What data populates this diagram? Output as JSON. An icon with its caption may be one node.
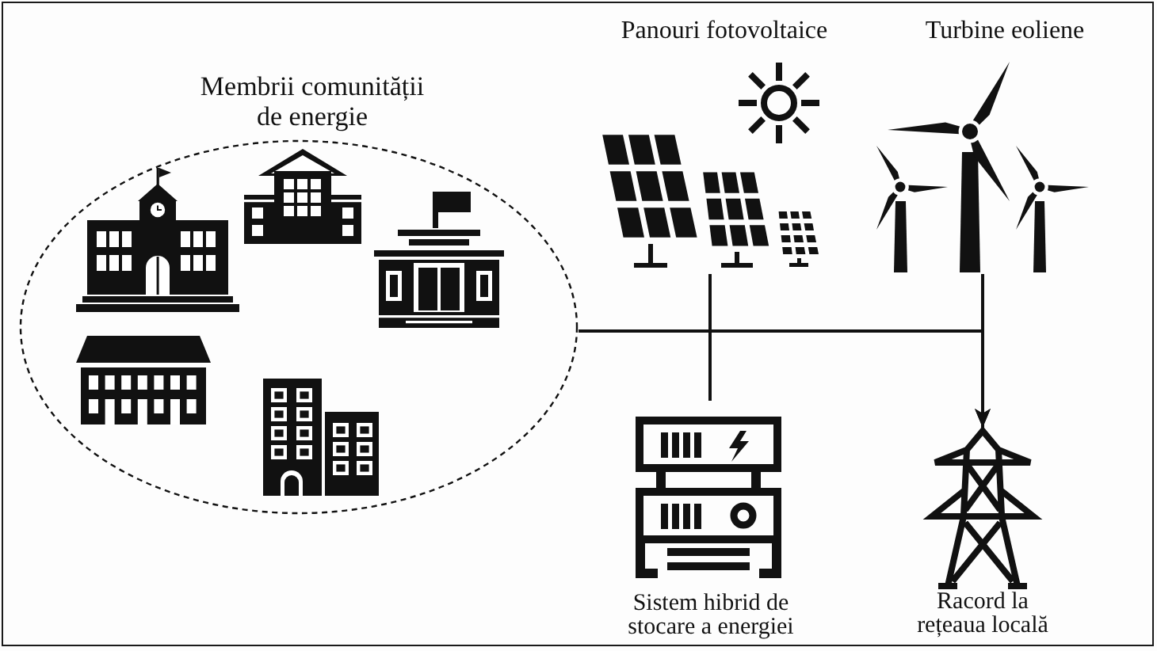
{
  "diagram": {
    "nodes": [
      {
        "text": [
          "Membrii comunității de energie"
        ]
      },
      {
        "text": [
          "Panouri fotovoltaice"
        ]
      },
      {
        "text": [
          "Turbine eoliene"
        ]
      },
      {
        "text": [
          "Sistem hibrid de stocare a energiei"
        ]
      },
      {
        "text": [
          "Racord la rețeaua locală"
        ]
      }
    ],
    "edges": [
      {
        "from": 1,
        "to": 0,
        "arrow": "none"
      },
      {
        "from": 1,
        "to": 3,
        "arrow": "none"
      },
      {
        "from": 1,
        "to": 4,
        "arrow": "to"
      },
      {
        "from": 2,
        "to": 0,
        "arrow": "none"
      },
      {
        "from": 2,
        "to": 3,
        "arrow": "none"
      },
      {
        "from": 2,
        "to": 4,
        "arrow": "to"
      }
    ]
  }
}
